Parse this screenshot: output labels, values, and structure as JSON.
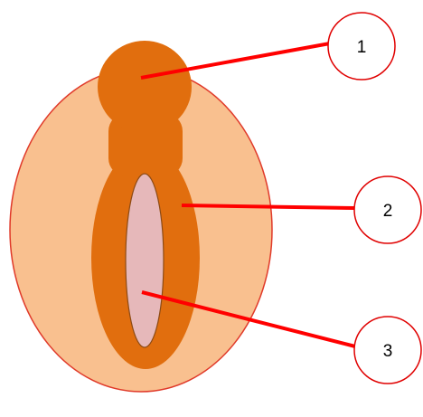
{
  "diagram": {
    "colors": {
      "outer_fill": "#F9C08F",
      "outer_stroke": "#E03A2A",
      "inner_fill": "#E16E0E",
      "core_fill": "#E6B8BA",
      "core_stroke": "#8C4A14",
      "leader_line": "#FF0000",
      "callout_stroke": "#E00000",
      "callout_fill": "#FFFFFF"
    },
    "callouts": [
      {
        "label": "1"
      },
      {
        "label": "2"
      },
      {
        "label": "3"
      }
    ]
  }
}
